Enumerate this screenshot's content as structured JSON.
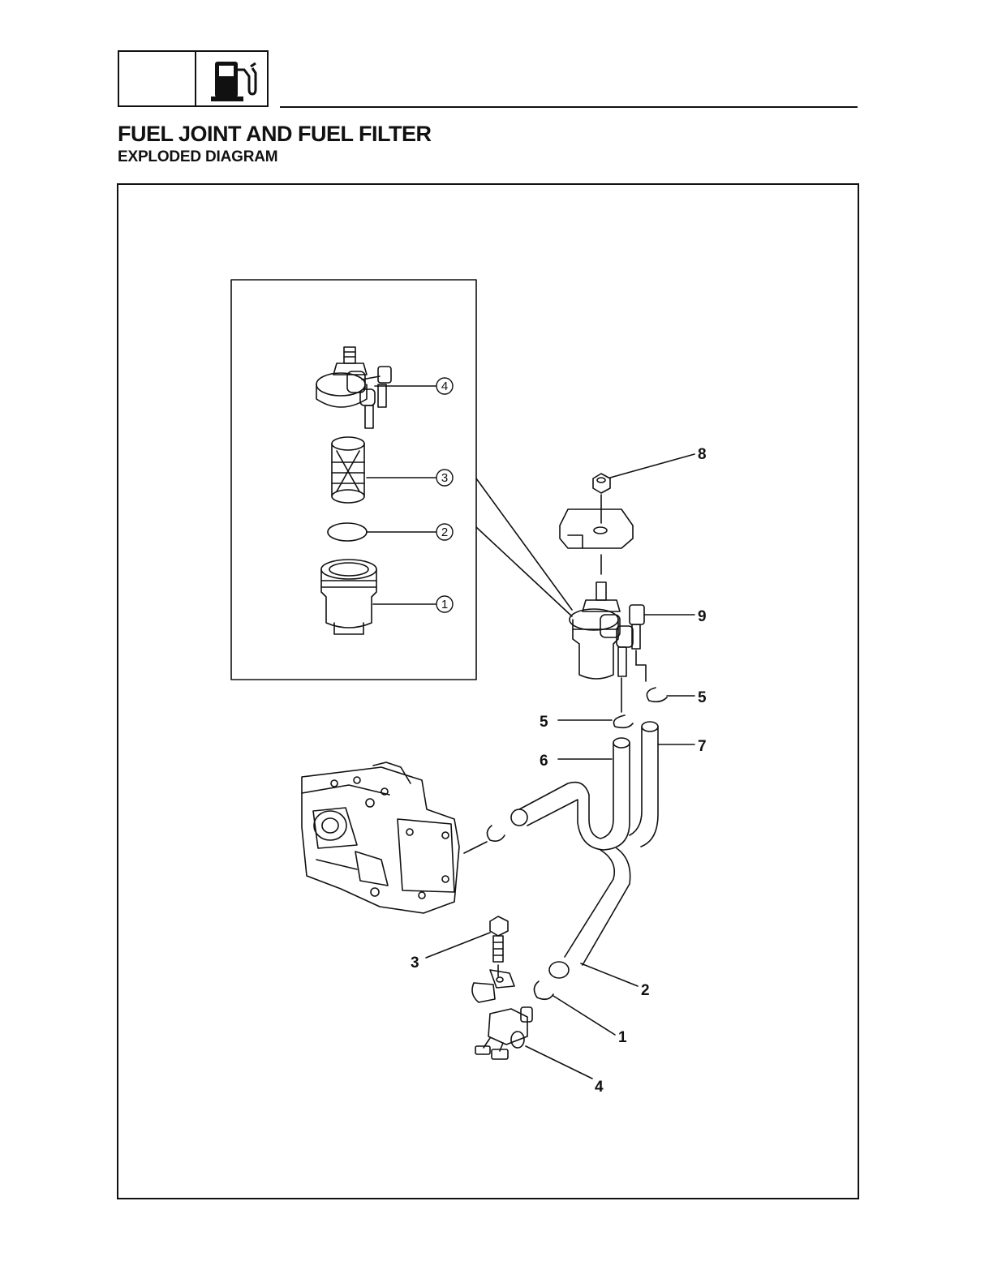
{
  "header": {
    "section_icon": "fuel-pump-icon",
    "title": "FUEL JOINT AND FUEL FILTER",
    "subtitle": "EXPLODED DIAGRAM"
  },
  "inset_callouts": [
    "1",
    "2",
    "3",
    "4"
  ],
  "callouts": {
    "c1": "1",
    "c2": "2",
    "c3": "3",
    "c4": "4",
    "c5a": "5",
    "c5b": "5",
    "c6": "6",
    "c7": "7",
    "c8": "8",
    "c9": "9"
  },
  "colors": {
    "ink": "#111111",
    "paper": "#ffffff"
  }
}
